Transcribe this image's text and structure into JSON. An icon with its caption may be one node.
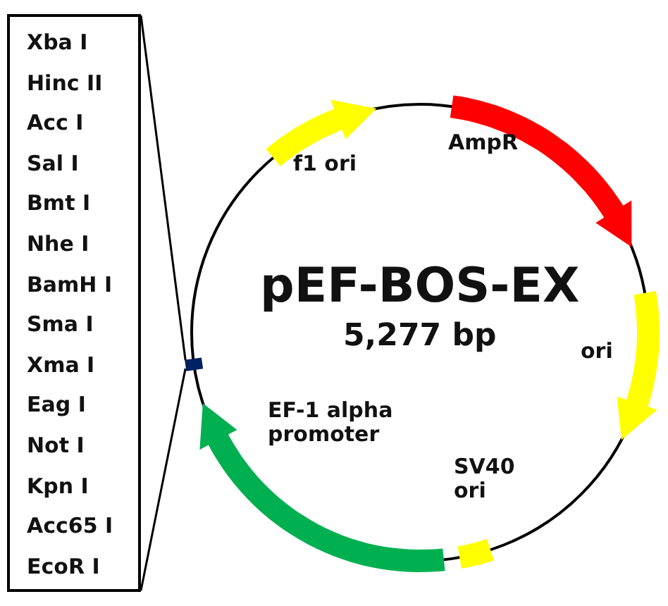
{
  "diagram": {
    "title": "pEF-BOS-EX",
    "nodes": [
      {
        "text": [
          "Xba I",
          "Hinc II",
          "Acc I",
          "Sal I",
          "Bmt I",
          "Nhe I",
          "BamH I",
          "Sma I",
          "Xma I",
          "Eag I",
          "Not I",
          "Kpn I",
          "Acc65 I",
          "EcoR I"
        ]
      },
      {
        "text": [],
        "shape": "bar"
      }
    ],
    "edges": [
      {
        "from": 0,
        "to": 1,
        "arrow": "none"
      },
      {
        "from": 0,
        "to": 1,
        "arrow": "none"
      }
    ],
    "labels": [
      "f1 ori",
      "AmpR",
      "5,277 bp",
      "ori",
      "EF-1 alpha promoter",
      "SV40 ori"
    ]
  }
}
